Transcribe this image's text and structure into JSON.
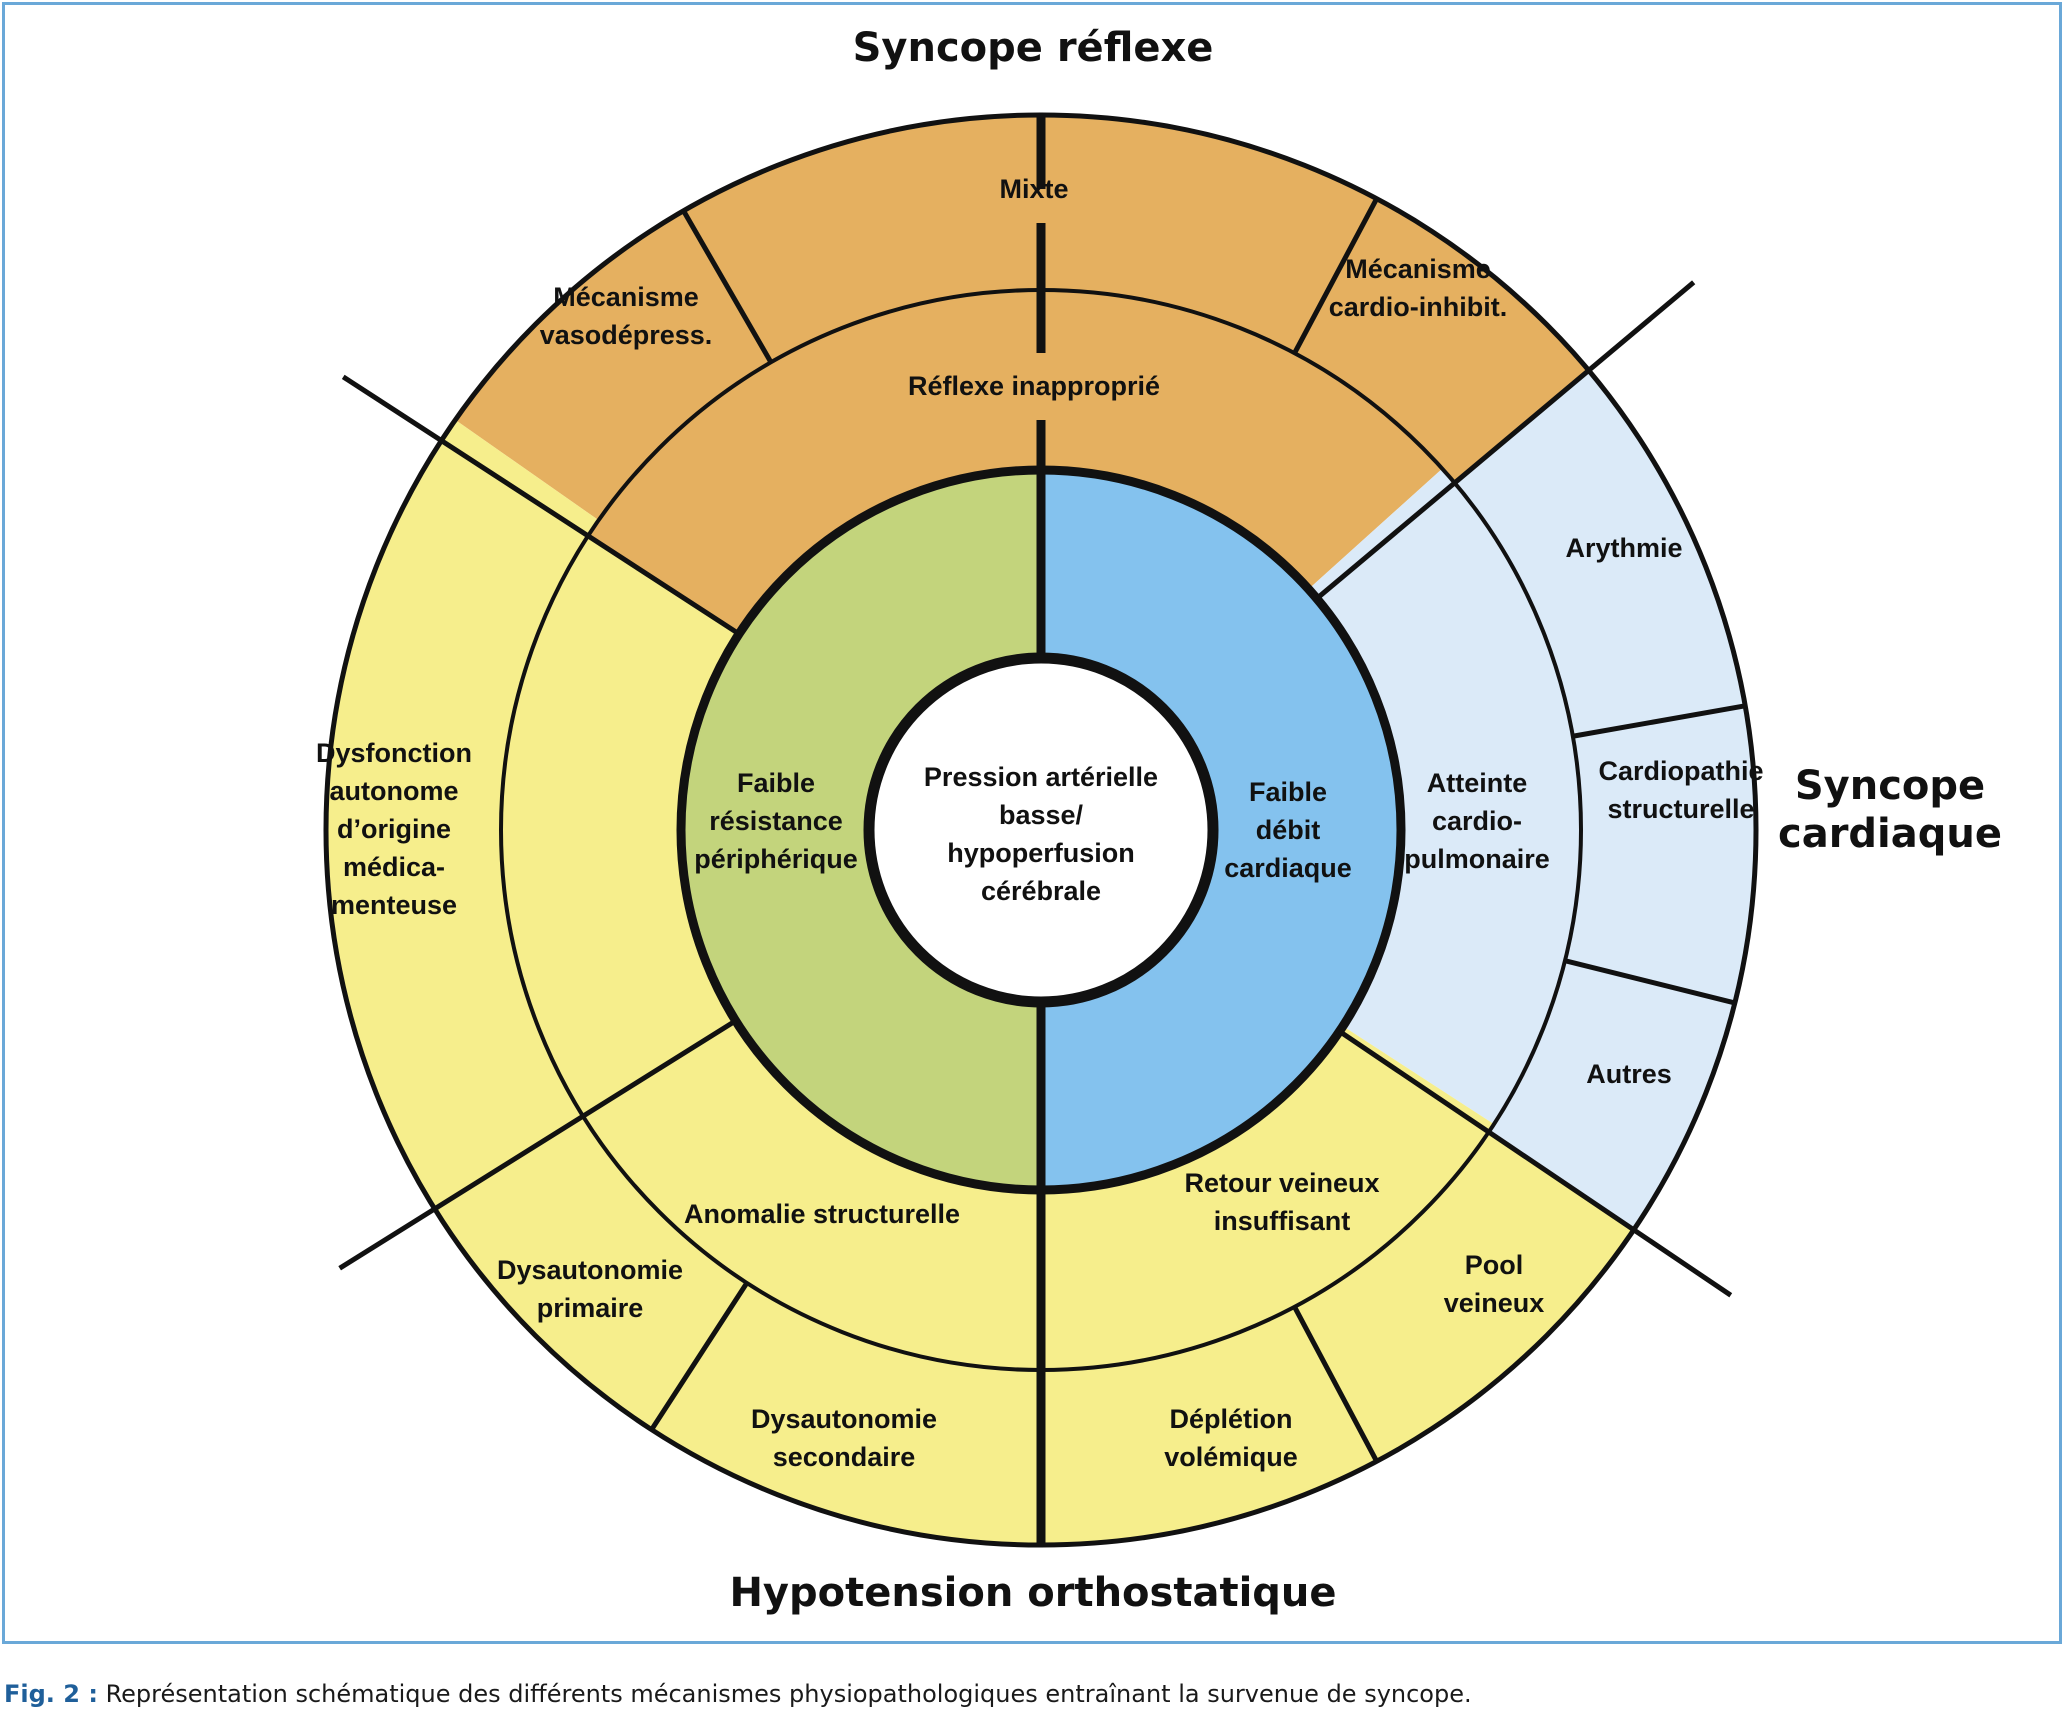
{
  "colors": {
    "reflex": "#e5b060",
    "orthostatic": "#f6ee8c",
    "cardiac_outer": "#dbeaf8",
    "low_resistance": "#c3d47c",
    "low_output": "#84c2ee",
    "center": "#ffffff",
    "stroke": "#111111",
    "frame": "#6aa8d8",
    "caption_label": "#1f5f9a"
  },
  "groups": {
    "reflex": "Syncope réflexe",
    "cardiac": [
      "Syncope",
      "cardiaque"
    ],
    "orthostatic": "Hypotension orthostatique"
  },
  "center": [
    "Pression artérielle",
    "basse/",
    "hypoperfusion",
    "cérébrale"
  ],
  "inner": {
    "left": [
      "Faible",
      "résistance",
      "périphérique"
    ],
    "right": [
      "Faible",
      "débit",
      "cardiaque"
    ]
  },
  "middle": {
    "reflex": [
      "Réflexe inapproprié"
    ],
    "cardiac": [
      "Atteinte",
      "cardio-",
      "pulmonaire"
    ],
    "venous": [
      "Retour veineux",
      "insuffisant"
    ],
    "structural": [
      "Anomalie structurelle"
    ]
  },
  "outer": {
    "vasodepress": [
      "Mécanisme",
      "vasodépress."
    ],
    "mixed": [
      "Mixte"
    ],
    "cardioinhib": [
      "Mécanisme",
      "cardio-inhibit."
    ],
    "arrhythmia": [
      "Arythmie"
    ],
    "structural_heart": [
      "Cardiopathie",
      "structurelle"
    ],
    "others": [
      "Autres"
    ],
    "venous_pool": [
      "Pool",
      "veineux"
    ],
    "depletion": [
      "Déplétion",
      "volémique"
    ],
    "secondary": [
      "Dysautonomie",
      "secondaire"
    ],
    "primary": [
      "Dysautonomie",
      "primaire"
    ],
    "drug": [
      "Dysfonction",
      "autonome",
      "d’origine",
      "médica-",
      "menteuse"
    ]
  },
  "caption": {
    "label": "Fig. 2 :",
    "text": " Représentation schématique des différents mécanismes physiopathologiques entraînant la survenue de syncope."
  }
}
